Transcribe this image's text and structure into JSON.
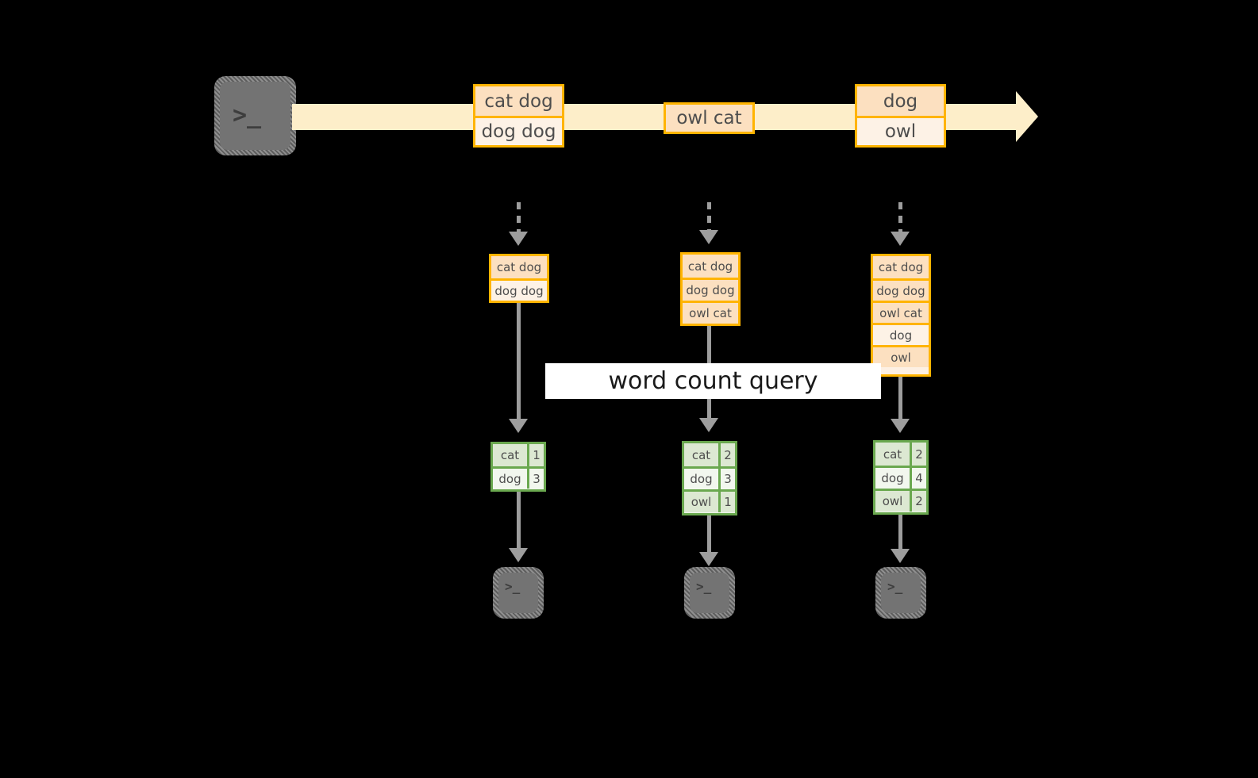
{
  "diagram": {
    "title": "word count query",
    "colors": {
      "stream_band": "#fdeec9",
      "box_border": "#ffb400",
      "box_fill_dark": "#fce0c0",
      "box_fill_light": "#fdf2e6",
      "table_border": "#6aa84f",
      "table_fill_dark": "#dce8d2",
      "table_fill_light": "#f2f7ee",
      "arrow_gray": "#9d9d9d",
      "terminal_gray": "#737373",
      "background": "#000000"
    },
    "source_terminal": {
      "icon": "terminal-icon",
      "glyph": ">_"
    },
    "timeline": {
      "arrow_direction": "right",
      "batches": [
        {
          "lines": [
            "cat dog",
            "dog dog"
          ]
        },
        {
          "lines": [
            "owl cat"
          ]
        },
        {
          "lines": [
            "dog",
            "owl"
          ]
        }
      ]
    },
    "snapshots": [
      {
        "lines": [
          "cat dog",
          "dog dog"
        ]
      },
      {
        "lines": [
          "cat dog",
          "dog dog",
          "owl cat"
        ]
      },
      {
        "lines": [
          "cat dog",
          "dog dog",
          "owl cat",
          "dog",
          "owl"
        ]
      }
    ],
    "results": [
      {
        "rows": [
          {
            "word": "cat",
            "count": "1"
          },
          {
            "word": "dog",
            "count": "3"
          }
        ]
      },
      {
        "rows": [
          {
            "word": "cat",
            "count": "2"
          },
          {
            "word": "dog",
            "count": "3"
          },
          {
            "word": "owl",
            "count": "1"
          }
        ]
      },
      {
        "rows": [
          {
            "word": "cat",
            "count": "2"
          },
          {
            "word": "dog",
            "count": "4"
          },
          {
            "word": "owl",
            "count": "2"
          }
        ]
      }
    ],
    "sink_terminals": [
      {
        "icon": "terminal-icon",
        "glyph": ">_"
      },
      {
        "icon": "terminal-icon",
        "glyph": ">_"
      },
      {
        "icon": "terminal-icon",
        "glyph": ">_"
      }
    ]
  }
}
